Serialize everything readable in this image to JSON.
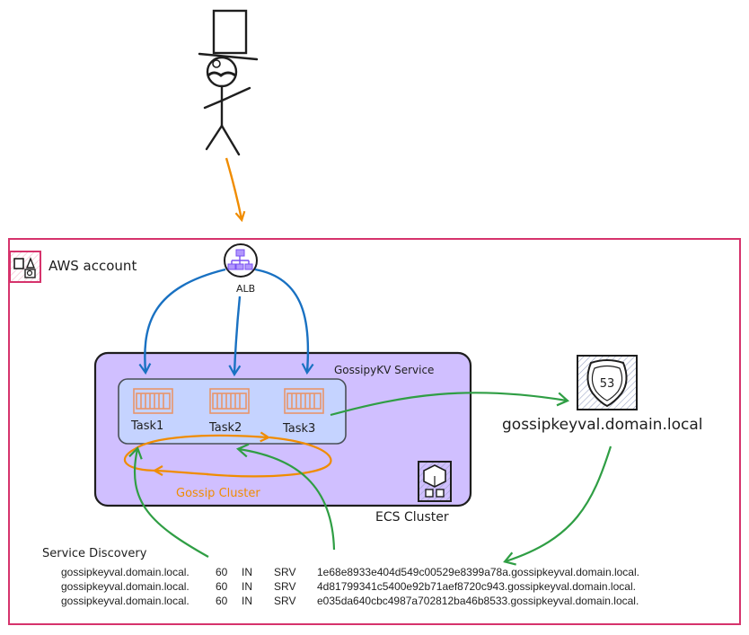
{
  "colors": {
    "account_border": "#d6336c",
    "service_fill": "#d0bfff",
    "inner_fill": "#c5d3ff",
    "task_icon": "#e8956b",
    "orange": "#f08c00",
    "blue": "#1971c2",
    "green": "#2f9e44",
    "ink": "#1e1e1e"
  },
  "diagram": {
    "account_label": "AWS account",
    "alb_label": "ALB",
    "service_label": "GossipyKV Service",
    "tasks": [
      "Task1",
      "Task2",
      "Task3"
    ],
    "gossip_label": "Gossip Cluster",
    "ecs_label": "ECS Cluster",
    "route53_label": "53",
    "domain_label": "gossipkeyval.domain.local",
    "service_discovery_label": "Service Discovery",
    "dns_records": [
      {
        "name": "gossipkeyval.domain.local.",
        "ttl": "60",
        "class": "IN",
        "type": "SRV",
        "target": "1e68e8933e404d549c00529e8399a78a.gossipkeyval.domain.local."
      },
      {
        "name": "gossipkeyval.domain.local.",
        "ttl": "60",
        "class": "IN",
        "type": "SRV",
        "target": "4d81799341c5400e92b71aef8720c943.gossipkeyval.domain.local."
      },
      {
        "name": "gossipkeyval.domain.local.",
        "ttl": "60",
        "class": "IN",
        "type": "SRV",
        "target": "e035da640cbc4987a702812ba46b8533.gossipkeyval.domain.local."
      }
    ],
    "icons": {
      "user": "stick-figure-top-hat",
      "account": "aws-account-icon",
      "alb": "load-balancer-icon",
      "task": "container-icon",
      "ecs": "ecs-cluster-icon",
      "route53": "route53-shield-icon"
    }
  }
}
